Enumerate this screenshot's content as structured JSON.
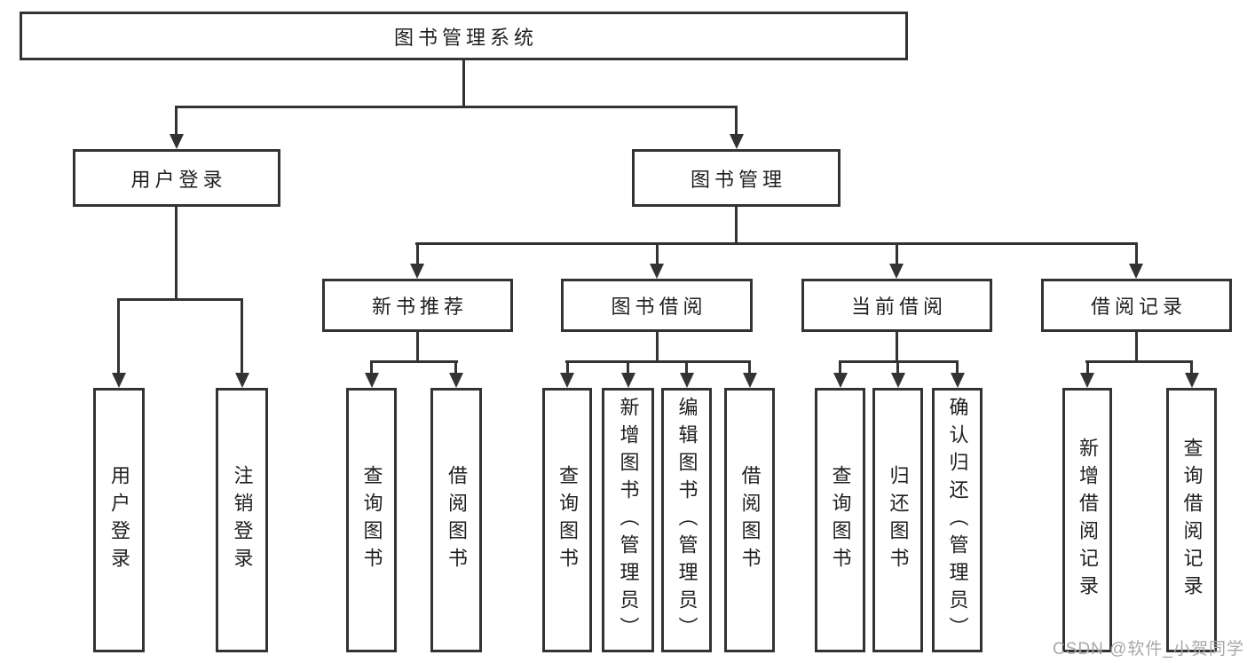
{
  "nodes": {
    "root": "图书管理系统",
    "level2": [
      "用户登录",
      "图书管理"
    ],
    "level3": [
      "新书推荐",
      "图书借阅",
      "当前借阅",
      "借阅记录"
    ],
    "leaves_user_login": [
      "用户登录",
      "注销登录"
    ],
    "leaves_new_books": [
      "查询图书",
      "借阅图书"
    ],
    "leaves_borrow": [
      "查询图书",
      "新增图书（管理员）",
      "编辑图书（管理员）",
      "借阅图书"
    ],
    "leaves_current": [
      "查询图书",
      "归还图书",
      "确认归还（管理员）"
    ],
    "leaves_records": [
      "新增借阅记录",
      "查询借阅记录"
    ]
  },
  "watermark": "CSDN @软件_小贺同学",
  "colors": {
    "line": "#333333",
    "text": "#1f1f1f",
    "watermark": "#a8a8a8",
    "background": "#ffffff"
  }
}
